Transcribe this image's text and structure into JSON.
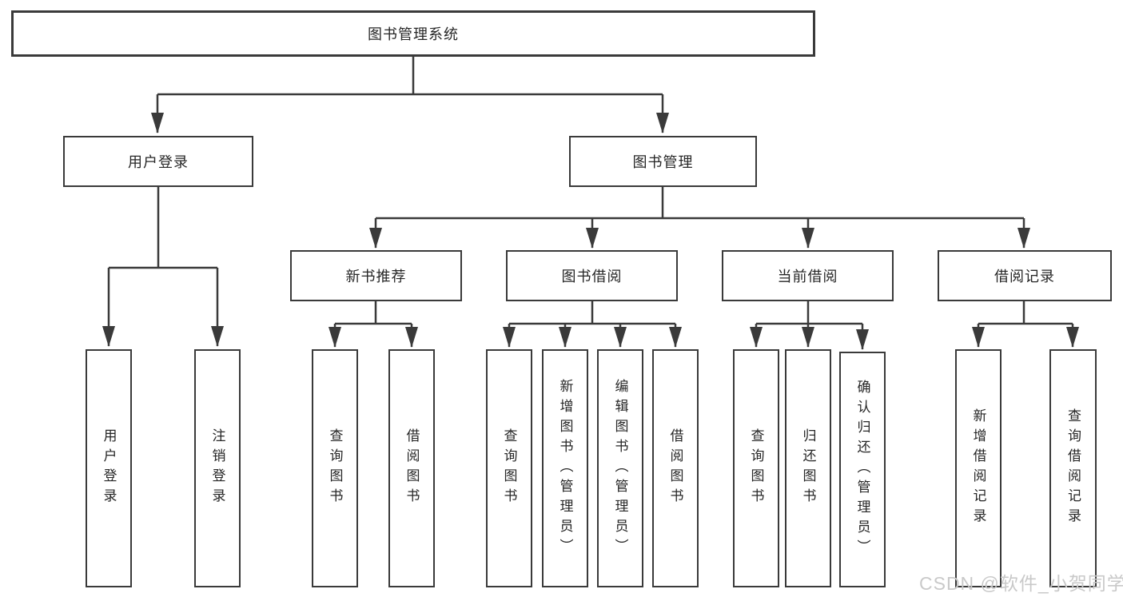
{
  "colors": {
    "line": "#3a3a3a",
    "box_border": "#3a3a3a",
    "text": "#262626",
    "watermark": "#c9c9c9",
    "background": "#ffffff"
  },
  "watermark": {
    "text": "CSDN @软件_小贺同学"
  },
  "tree": {
    "root": {
      "label": "图书管理系统"
    },
    "children": [
      {
        "label": "用户登录",
        "children": [
          {
            "label": "用户登录"
          },
          {
            "label": "注销登录"
          }
        ]
      },
      {
        "label": "图书管理",
        "children": [
          {
            "label": "新书推荐",
            "children": [
              {
                "label": "查询图书"
              },
              {
                "label": "借阅图书"
              }
            ]
          },
          {
            "label": "图书借阅",
            "children": [
              {
                "label": "查询图书"
              },
              {
                "label": "新增图书（管理员）"
              },
              {
                "label": "编辑图书（管理员）"
              },
              {
                "label": "借阅图书"
              }
            ]
          },
          {
            "label": "当前借阅",
            "children": [
              {
                "label": "查询图书"
              },
              {
                "label": "归还图书"
              },
              {
                "label": "确认归还（管理员）"
              }
            ]
          },
          {
            "label": "借阅记录",
            "children": [
              {
                "label": "新增借阅记录"
              },
              {
                "label": "查询借阅记录"
              }
            ]
          }
        ]
      }
    ]
  }
}
